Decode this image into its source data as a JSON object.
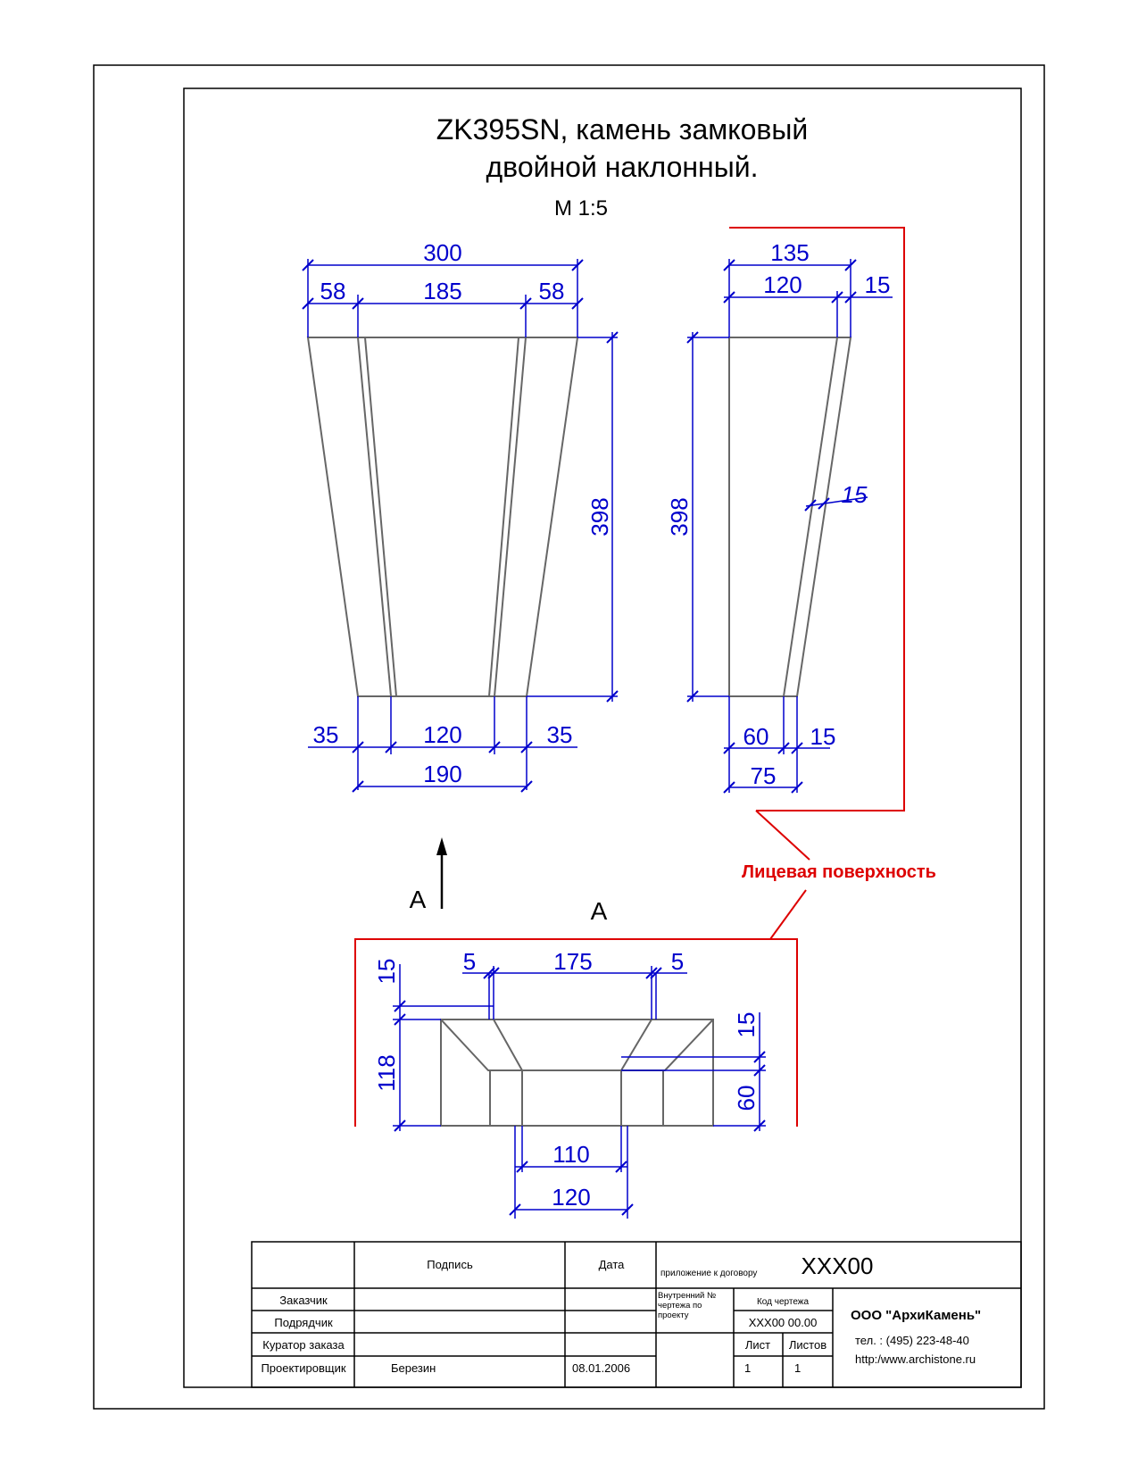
{
  "title": {
    "line1": "ZK395SN, камень замковый",
    "line2": "двойной наклонный.",
    "scale": "М 1:5"
  },
  "front_view": {
    "dim_top_total": "300",
    "dim_top_left": "58",
    "dim_top_mid": "185",
    "dim_top_right": "58",
    "dim_height": "398",
    "dim_bottom_left": "35",
    "dim_bottom_mid": "120",
    "dim_bottom_right": "35",
    "dim_bottom_total": "190"
  },
  "side_view": {
    "dim_top_total": "135",
    "dim_top_main": "120",
    "dim_top_edge": "15",
    "dim_slope": "15",
    "dim_height": "398",
    "dim_bottom_main": "60",
    "dim_bottom_edge": "15",
    "dim_bottom_total": "75"
  },
  "face_label": "Лицевая поверхность",
  "section": {
    "arrow_label": "А",
    "view_label": "А",
    "dim_top_left": "5",
    "dim_top_mid": "175",
    "dim_top_right": "5",
    "dim_left_top": "15",
    "dim_left_height": "118",
    "dim_right_top": "15",
    "dim_right_low": "60",
    "dim_bottom_inner": "110",
    "dim_bottom_outer": "120"
  },
  "title_block": {
    "col_signature": "Подпись",
    "col_date": "Дата",
    "contract_label": "приложение к договору",
    "contract_number": "XXX00",
    "rows": [
      {
        "role": "Заказчик",
        "name": "",
        "date": ""
      },
      {
        "role": "Подрядчик",
        "name": "",
        "date": ""
      },
      {
        "role": "Куратор заказа",
        "name": "",
        "date": ""
      },
      {
        "role": "Проектировщик",
        "name": "Березин",
        "date": "08.01.2006"
      }
    ],
    "internal_number_label": "Внутренний № чертежа по проекту",
    "drawing_code_label": "Код чертежа",
    "drawing_code": "XXX00 00.00",
    "sheet_label": "Лист",
    "sheets_label": "Листов",
    "sheet": "1",
    "sheets": "1",
    "company": "ООО \"АрхиКамень\"",
    "phone": "тел.   :  (495) 223-48-40",
    "website": "http:/www.archistone.ru"
  },
  "colors": {
    "dimension": "#0000cc",
    "outline": "#555555",
    "face": "#dd0000",
    "frame": "#000000"
  }
}
